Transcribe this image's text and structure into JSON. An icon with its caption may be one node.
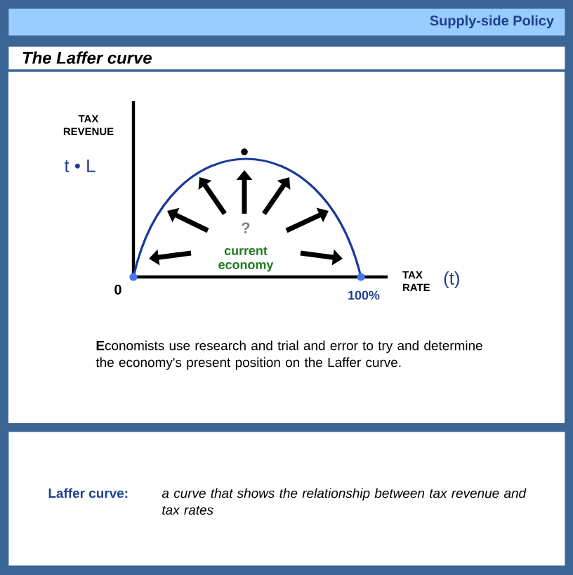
{
  "diagram": {
    "nodes": [
      {
        "text": [
          "Supply-side Policy"
        ]
      },
      {
        "text": [
          "The Laffer curve"
        ]
      },
      {
        "text": [
          "Laffer curve:",
          "a curve that shows the relationship between tax revenue and tax rates"
        ]
      }
    ],
    "labels": [
      "TAX REVENUE",
      "t • L",
      "?",
      "current economy",
      "0",
      "TAX RATE",
      "(t)",
      "100%",
      "**E**conomists use research and trial and error to try and determine the economy's present position on the Laffer curve."
    ]
  }
}
